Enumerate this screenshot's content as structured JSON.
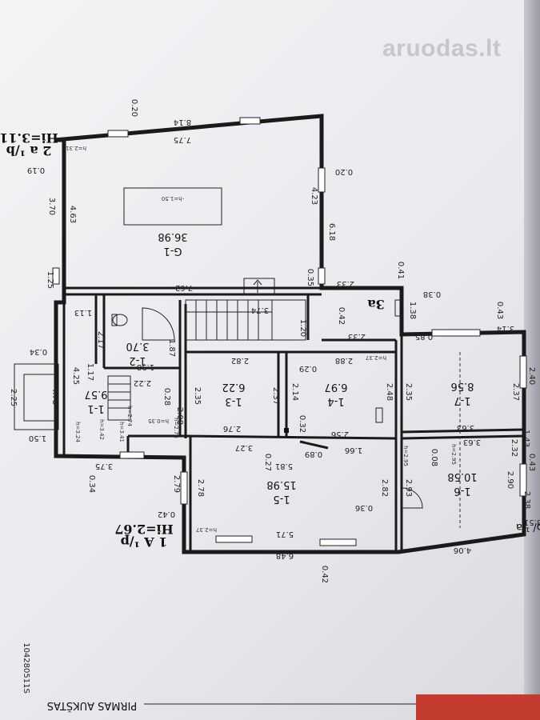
{
  "watermark": "aruodas.lt",
  "sheet_title": "PIRMAS AUKŠTAS",
  "sheet_number": "104280511S",
  "levels": {
    "upper": {
      "code": "2 a ¹/b",
      "height": "Hi=3.11"
    },
    "lower": {
      "code": "1 A ¹/p",
      "height": "Hi=2.67"
    },
    "right": "b/ ¹ a"
  },
  "stair_label": "3a",
  "rooms": [
    {
      "id": "G-1",
      "area": "36.98"
    },
    {
      "id": "1-1",
      "area": "9.57"
    },
    {
      "id": "1-2",
      "area": "3.70"
    },
    {
      "id": "1-3",
      "area": "6.22"
    },
    {
      "id": "1-4",
      "area": "6.97"
    },
    {
      "id": "1-5",
      "area": "15.98"
    },
    {
      "id": "1-6",
      "area": "10.58"
    },
    {
      "id": "1-7",
      "area": "8.56"
    }
  ],
  "floor_mark": "-h=1.50",
  "dimensions": {
    "d814": "8.14",
    "d775": "7.75",
    "d020a": "0.20",
    "d020b": "0.20",
    "d019": "0.19",
    "d370": "3.70",
    "d463": "4.63",
    "d423": "4.23",
    "d618": "6.18",
    "d125": "1.25",
    "d762": "7.62",
    "d035": "0.35",
    "d233a": "2.33",
    "d041": "0.41",
    "d038": "0.38",
    "d138": "1.38",
    "d042a": "0.42",
    "d233b": "2.33",
    "d085": "0.85",
    "d314": "3.14",
    "d043a": "0.43",
    "d113": "1.13",
    "d374": "3.74",
    "d120": "1.20",
    "d217": "2.17",
    "d187": "1.87",
    "d034a": "0.34",
    "d425": "4.25",
    "d117": "1.17",
    "d198": "1.98",
    "d282": "2.82",
    "d288": "2.88",
    "d029": "0.29",
    "d222": "2.22",
    "d028": "0.28",
    "d235a": "2.35",
    "d237a": "2.37",
    "d214": "2.14",
    "d248": "2.48",
    "d235b": "2.35",
    "d237b": "2.37",
    "d240": "2.40",
    "d478": "4.78",
    "d225": "2.25",
    "d208": "2.08",
    "d276": "2.76",
    "d032": "0.32",
    "d256": "2.56",
    "d363a": "3.63",
    "d150": "1.50",
    "d375": "3.75",
    "d327": "3.27",
    "d089": "0.89",
    "d166": "1.66",
    "d363b": "3.63",
    "d008": "0.08",
    "d143": "1.43",
    "d232": "2.32",
    "d043b": "0.43",
    "d034b": "0.34",
    "d279": "2.79",
    "d278": "2.78",
    "d027": "0.27",
    "d581": "5.81",
    "d282b": "2.82",
    "d293": "2.93",
    "d290": "2.90",
    "d238": "2.38",
    "d042b": "0.42",
    "d036": "0.36",
    "d571": "5.71",
    "d648": "6.48",
    "d042c": "0.42",
    "d406": "4.06",
    "d351": "3.51"
  },
  "heights": {
    "h231": "h=2.31",
    "h237a": "h=2.37",
    "h324": "h=3.24",
    "h342": "h=3.42",
    "h341": "h=3.41",
    "h274a": "h=2.74",
    "h274b": "h=2.74",
    "h035": "h=0.35",
    "h295a": "h=2.95",
    "h295b": "h=2.95",
    "h237b": "h=2.37"
  }
}
